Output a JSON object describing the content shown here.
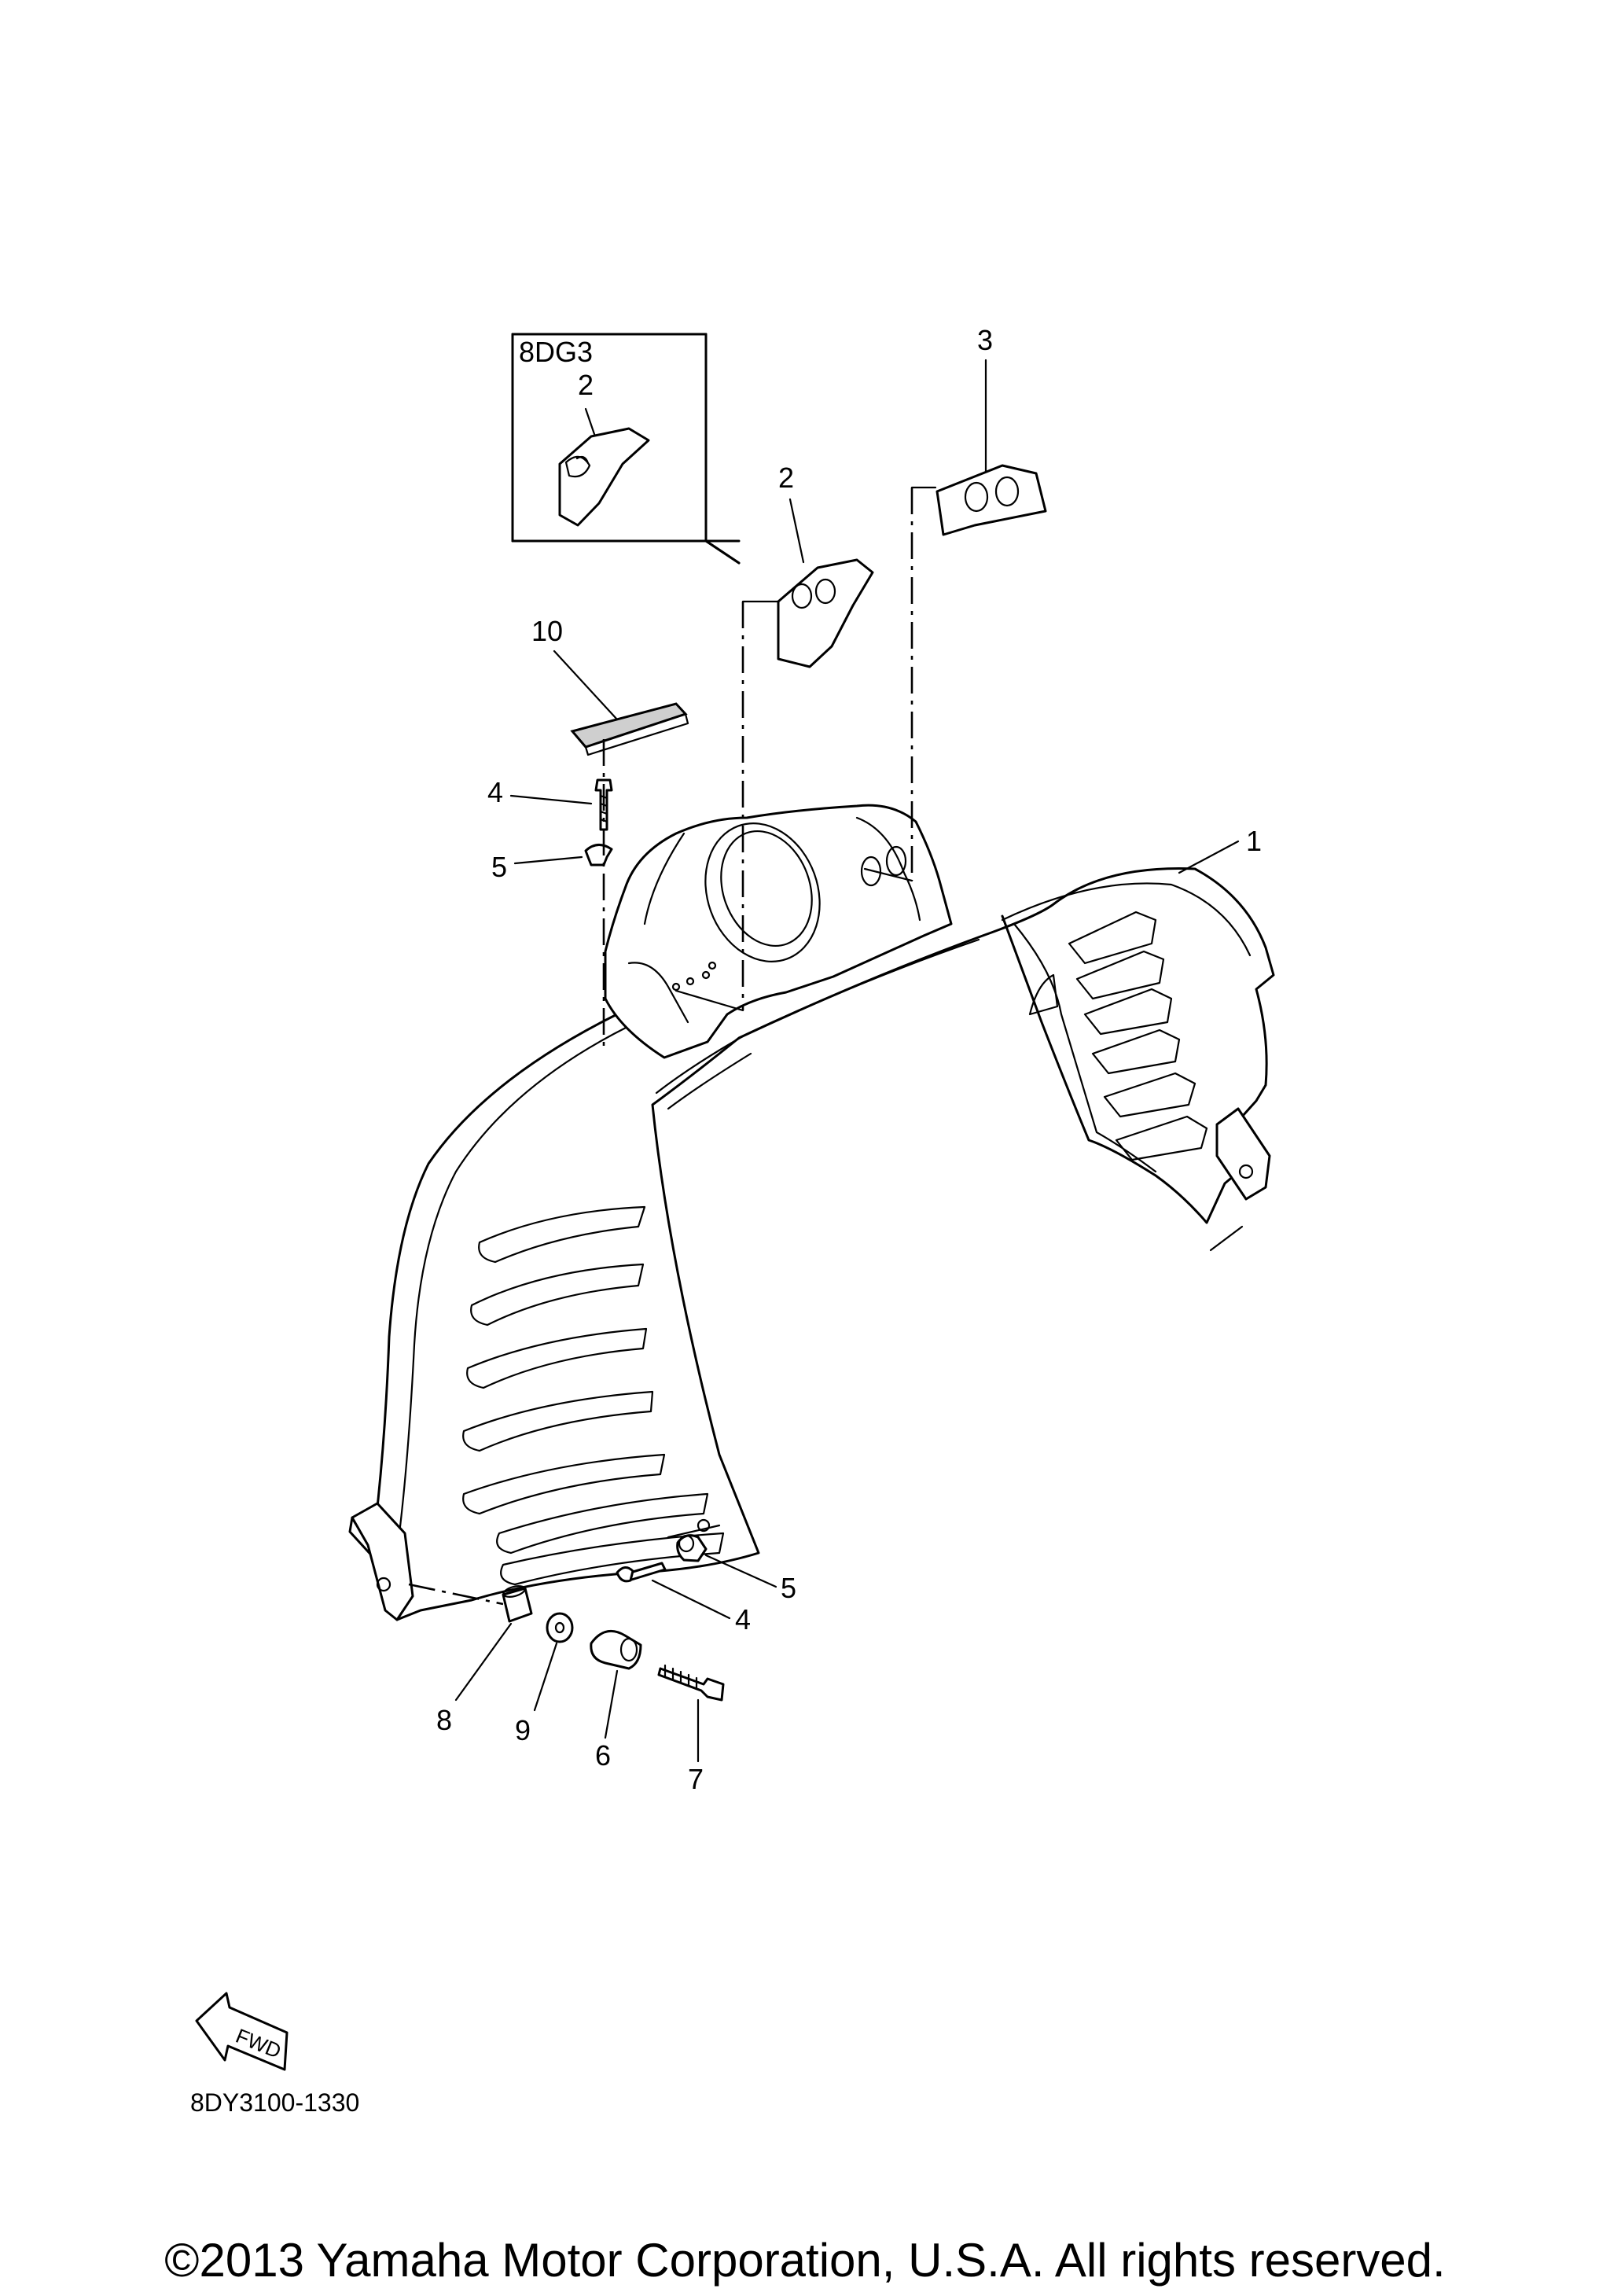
{
  "diagram": {
    "inset": {
      "variant_label": "8DG3",
      "part_number": "2"
    },
    "callouts": {
      "c1": "1",
      "c2": "2",
      "c3": "3",
      "c4a": "4",
      "c4b": "4",
      "c5a": "5",
      "c5b": "5",
      "c6": "6",
      "c7": "7",
      "c8": "8",
      "c9": "9",
      "c10": "10"
    },
    "fwd_label": "FWD",
    "figure_code": "8DY3100-1330"
  },
  "footer": {
    "copyright": "©2013 Yamaha Motor Corporation, U.S.A. All rights reserved."
  },
  "icons": [
    "fwd-arrow-icon"
  ]
}
